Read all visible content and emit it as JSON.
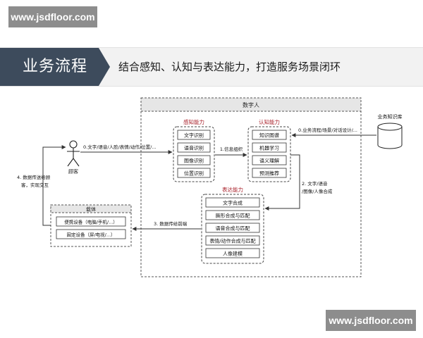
{
  "watermark": {
    "top": "www.jsdfloor.com",
    "bottom": "www.jsdfloor.com"
  },
  "banner": {
    "title": "业务流程",
    "subtitle": "结合感知、认知与表达能力，打造服务场景闭环"
  },
  "diagram": {
    "digital_human": {
      "title": "数字人"
    },
    "perception": {
      "title": "感知能力",
      "items": [
        "文字识别",
        "语音识别",
        "图像识别",
        "位置识别"
      ]
    },
    "cognition": {
      "title": "认知能力",
      "items": [
        "知识图谱",
        "机器学习",
        "语义理解",
        "预测推荐"
      ]
    },
    "expression": {
      "title": "表达能力",
      "items": [
        "文字合成",
        "唇形合成与匹配",
        "语音合成与匹配",
        "表情/动作合成与匹配",
        "人像建模"
      ]
    },
    "carrier": {
      "title": "载体",
      "items": [
        "便携设备（电脑/手机/...）",
        "固定设备（屏/电视/...）"
      ]
    },
    "customer": {
      "label": "顾客"
    },
    "knowledge_base": {
      "label": "业务知识库"
    },
    "edges": {
      "customer_to_perception": "0.文字/语音/人脸/表情/动作/位置/...",
      "perception_to_cognition": "1.信息组织",
      "kb_to_cognition": "0.业务流程/场景/对话设计/...",
      "cognition_to_expression_line1": "2. 文字/语音",
      "cognition_to_expression_line2": "/图像/人像合成",
      "expression_to_carrier": "3. 数据传给前端",
      "carrier_to_customer_line1": "4. 数据传送给顾",
      "carrier_to_customer_line2": "客，实现交互"
    }
  },
  "colors": {
    "banner_bg": "#3d4b5c",
    "section_title": "#a8202a",
    "line": "#333333",
    "header_fill": "#e6e6e6"
  }
}
